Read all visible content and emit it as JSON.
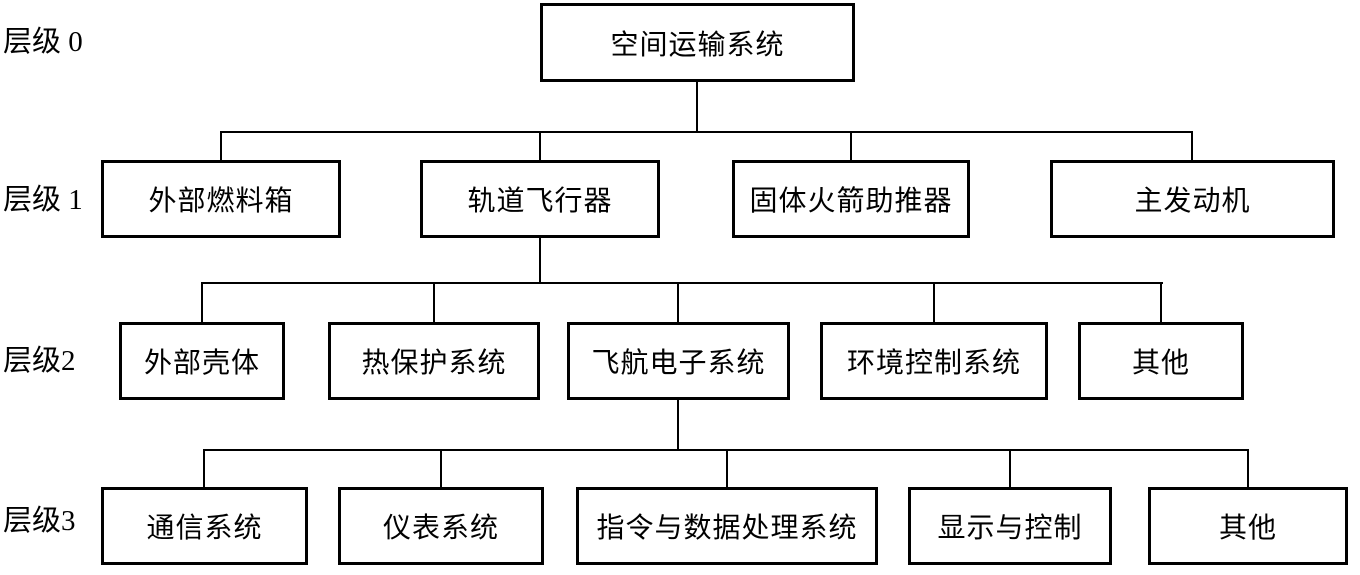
{
  "levels": [
    {
      "label": "层级 0",
      "nodes": [
        "空间运输系统"
      ]
    },
    {
      "label": "层级 1",
      "nodes": [
        "外部燃料箱",
        "轨道飞行器",
        "固体火箭助推器",
        "主发动机"
      ]
    },
    {
      "label": "层级2",
      "nodes": [
        "外部壳体",
        "热保护系统",
        "飞航电子系统",
        "环境控制系统",
        "其他"
      ]
    },
    {
      "label": "层级3",
      "nodes": [
        "通信系统",
        "仪表系统",
        "指令与数据处理系统",
        "显示与控制",
        "其他"
      ]
    }
  ],
  "edges": [
    {
      "parent": "空间运输系统",
      "children": [
        "外部燃料箱",
        "轨道飞行器",
        "固体火箭助推器",
        "主发动机"
      ]
    },
    {
      "parent": "轨道飞行器",
      "children": [
        "外部壳体",
        "热保护系统",
        "飞航电子系统",
        "环境控制系统",
        "其他"
      ]
    },
    {
      "parent": "飞航电子系统",
      "children": [
        "通信系统",
        "仪表系统",
        "指令与数据处理系统",
        "显示与控制",
        "其他"
      ]
    }
  ],
  "colors": {
    "background": "#ffffff",
    "line": "#000000",
    "box_border": "#000000",
    "box_fill": "#ffffff",
    "text": "#000000"
  }
}
